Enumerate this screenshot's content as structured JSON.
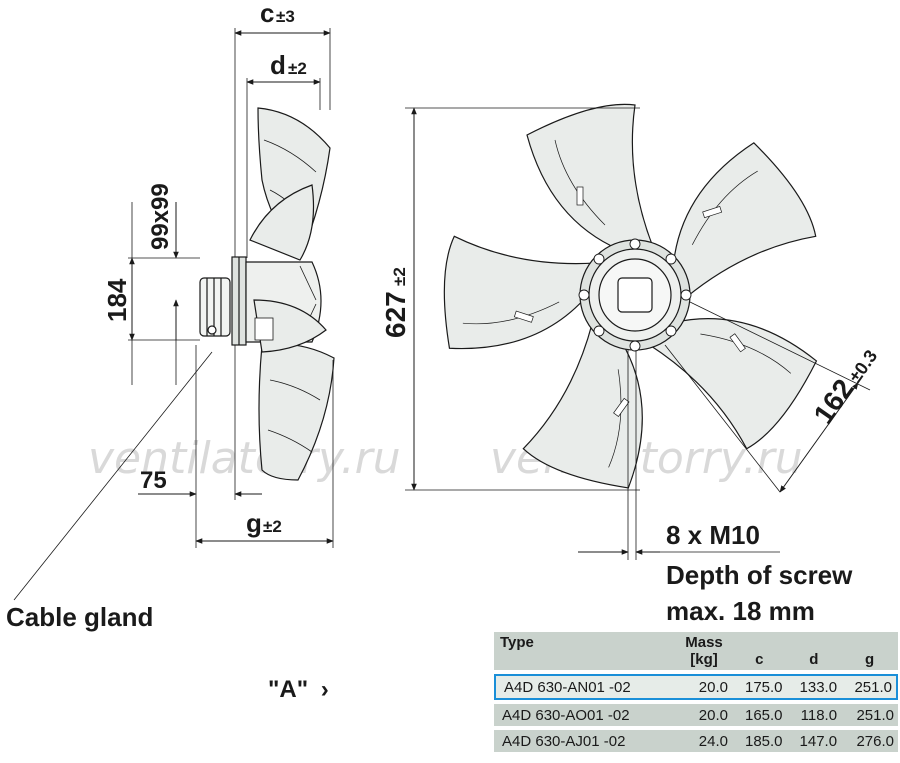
{
  "dimensions": {
    "c_label": "c",
    "c_tol": "±3",
    "d_label": "d",
    "d_tol": "±2",
    "square": "99x99",
    "height_184": "184",
    "offset_75": "75",
    "g_label": "g",
    "g_tol": "±2",
    "diameter": "627",
    "diameter_tol": "±2",
    "bolt_circle": "162",
    "bolt_circle_tol": "±0.3"
  },
  "notes": {
    "screws": "8 x M10",
    "depth_line1": "Depth of screw",
    "depth_line2": "max. 18 mm",
    "cable_gland": "Cable gland",
    "view_label": "\"A\"",
    "view_arrow": "›"
  },
  "watermark": "ventilatorry.ru",
  "table": {
    "headers": {
      "type": "Type",
      "mass_line1": "Mass",
      "mass_line2": "[kg]",
      "c": "c",
      "d": "d",
      "g": "g"
    },
    "rows": [
      {
        "type": "A4D 630-AN01 -02",
        "mass": "20.0",
        "c": "175.0",
        "d": "133.0",
        "g": "251.0"
      },
      {
        "type": "A4D 630-AO01 -02",
        "mass": "20.0",
        "c": "165.0",
        "d": "118.0",
        "g": "251.0"
      },
      {
        "type": "A4D 630-AJ01 -02",
        "mass": "24.0",
        "c": "185.0",
        "d": "147.0",
        "g": "276.0"
      }
    ]
  },
  "colors": {
    "table_bg": "#c9d2cc",
    "highlight": "#1a8fd8",
    "line": "#1a1a1a",
    "fan_fill": "#e9ecea"
  }
}
